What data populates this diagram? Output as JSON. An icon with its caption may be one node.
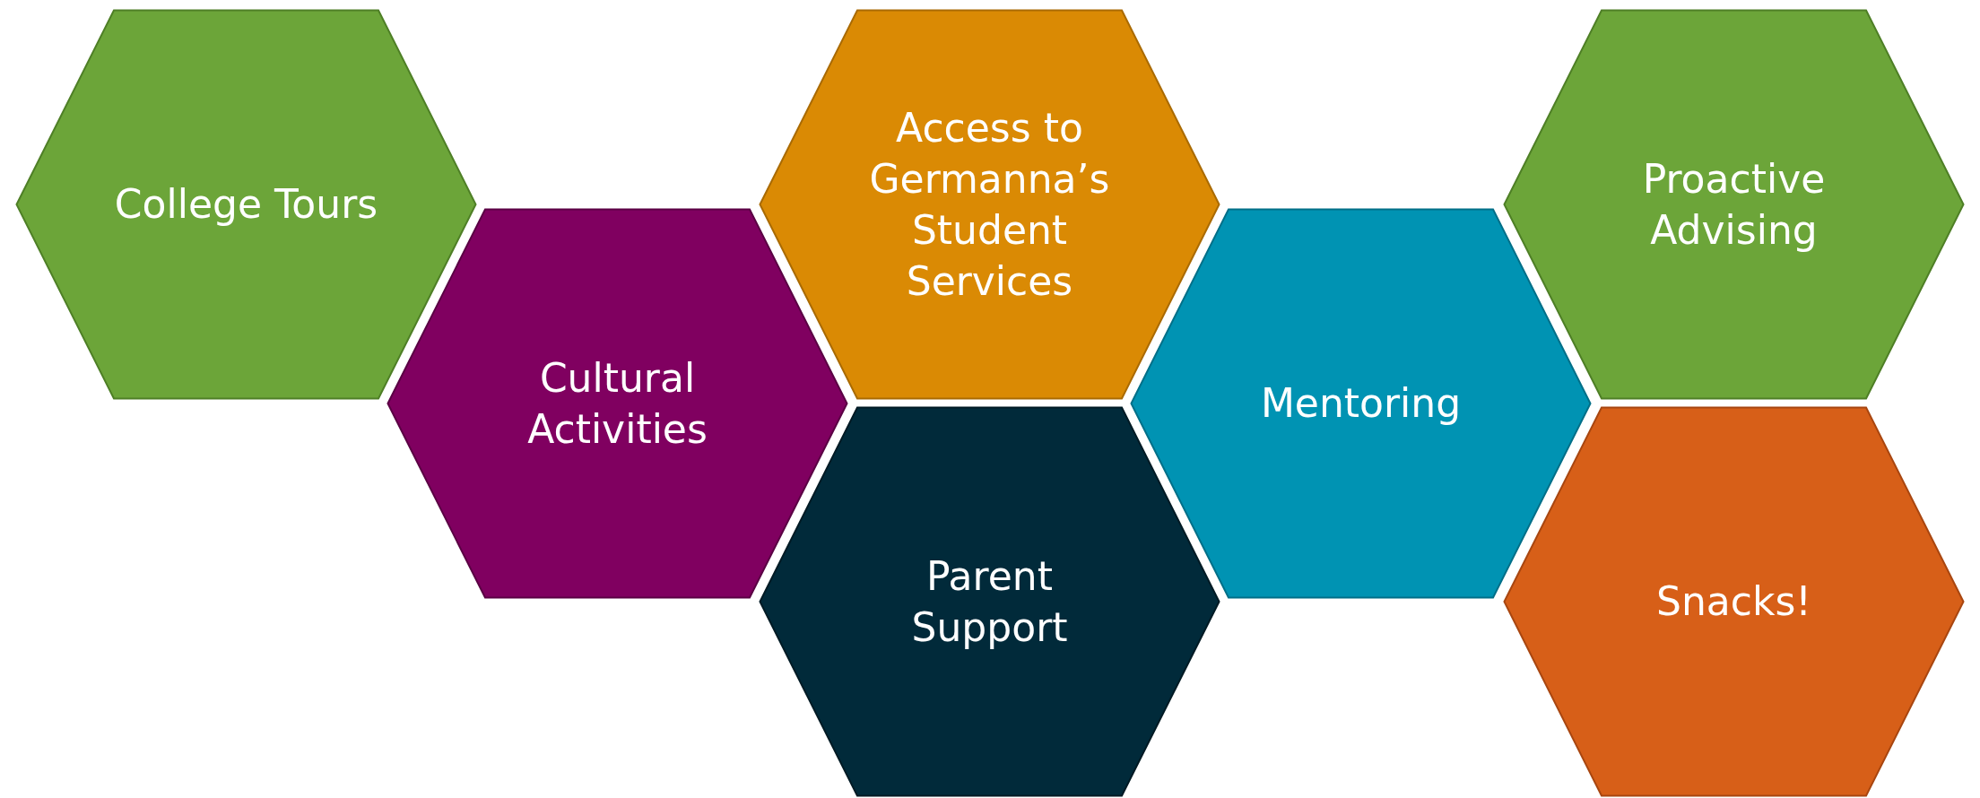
{
  "diagram": {
    "nodes": [
      {
        "text": [
          "College Tours"
        ]
      },
      {
        "text": [
          "Access to Germanna’s Student Services"
        ]
      },
      {
        "text": [
          "Proactive Advising"
        ]
      },
      {
        "text": [
          "Cultural Activities"
        ]
      },
      {
        "text": [
          "Mentoring"
        ]
      },
      {
        "text": [
          "Parent Support"
        ]
      },
      {
        "text": [
          "Snacks!"
        ]
      }
    ],
    "edges": []
  }
}
